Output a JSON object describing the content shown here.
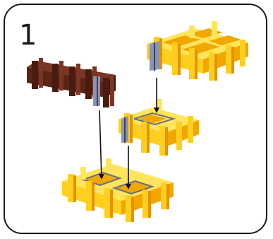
{
  "step": {
    "number": "1"
  },
  "colors": {
    "yellow_top": "#ffe45c",
    "yellow_main": "#ffcf1f",
    "yellow_side": "#f2a600",
    "yellow_shadow": "#e59200",
    "brown_top": "#7a3524",
    "brown_main": "#5a2516",
    "brown_side": "#3a150c",
    "band_blue": "#8a93b8",
    "band_dark": "#3c4356",
    "arrow": "#111111"
  },
  "pieces": [
    {
      "name": "brown-linear-piece",
      "color": "brown"
    },
    {
      "name": "yellow-large-grid-piece",
      "color": "yellow"
    },
    {
      "name": "yellow-medium-grid-piece",
      "color": "yellow"
    },
    {
      "name": "yellow-base-grid-piece",
      "color": "yellow"
    }
  ],
  "arrows": [
    {
      "from": "yellow-large-grid-piece",
      "to": "yellow-medium-grid-piece"
    },
    {
      "from": "yellow-medium-grid-piece",
      "to": "yellow-base-grid-piece"
    },
    {
      "from": "brown-linear-piece",
      "to": "yellow-base-grid-piece"
    }
  ]
}
